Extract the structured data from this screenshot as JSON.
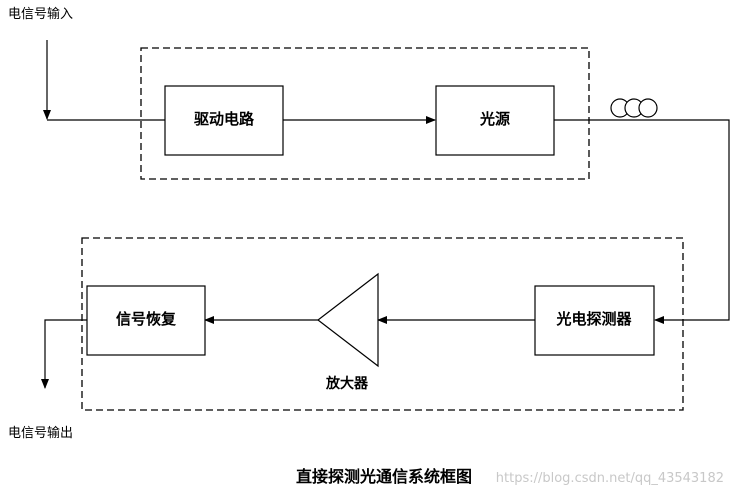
{
  "diagram": {
    "input_label": "电信号输入",
    "output_label": "电信号输出",
    "blocks": {
      "drive_circuit": "驱动电路",
      "light_source": "光源",
      "photodetector": "光电探测器",
      "amplifier": "放大器",
      "signal_recovery": "信号恢复"
    },
    "caption": "直接探测光通信系统框图",
    "watermark": "https://blog.csdn.net/qq_43543182"
  }
}
